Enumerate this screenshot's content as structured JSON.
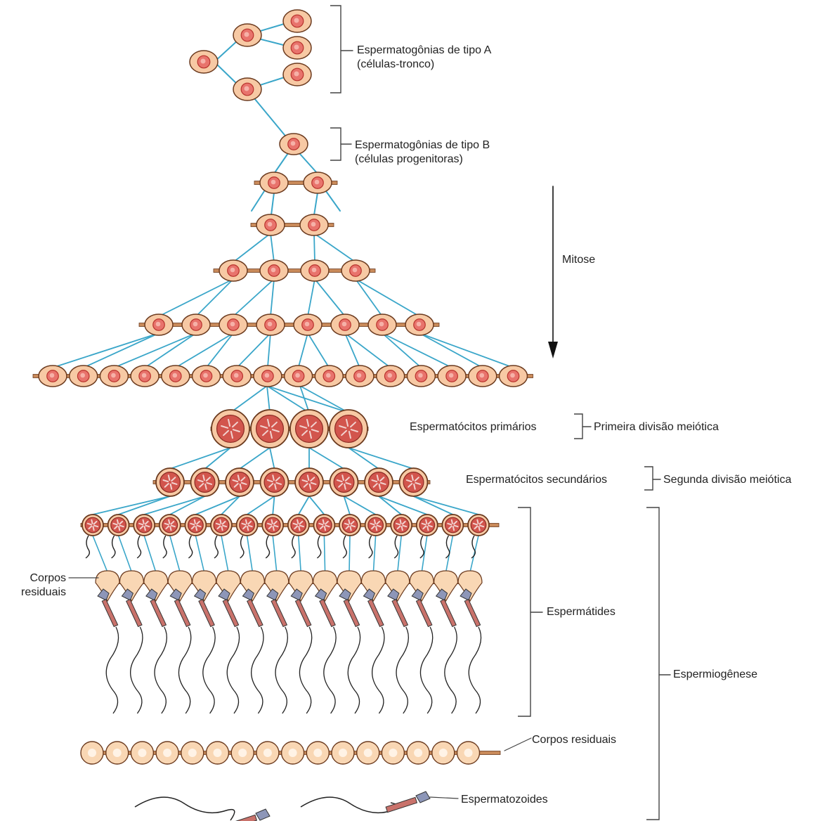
{
  "labels": {
    "type_a_line1": "Espermatogônias de tipo A",
    "type_a_line2": "(células-tronco)",
    "type_b_line1": "Espermatogônias de tipo B",
    "type_b_line2": "(células progenitoras)",
    "mitosis": "Mitose",
    "primary_spermatocytes": "Espermatócitos primários",
    "first_meiotic_division": "Primeira divisão meiótica",
    "secondary_spermatocytes": "Espermatócitos secundários",
    "second_meiotic_division": "Segunda divisão meiótica",
    "residual_bodies_left_line1": "Corpos",
    "residual_bodies_left_line2": "residuais",
    "spermatids": "Espermátides",
    "spermiogenesis": "Espermiogênese",
    "residual_bodies_bottom": "Corpos residuais",
    "spermatozoa": "Espermatozoides"
  },
  "colors": {
    "cell_fill": "#f7c9a4",
    "cell_stroke": "#6b3a1e",
    "nucleus_fill": "#e8736c",
    "nucleus_stroke": "#b8322c",
    "connector_line": "#3aa6c9",
    "bridge": "#c98a5a",
    "meiotic_nucleus": "#d2554d",
    "residual_fill": "#f9d7b4",
    "acrosome": "#8d96b8",
    "midpiece": "#c9726b",
    "tail": "#222222",
    "bracket": "#444444"
  }
}
